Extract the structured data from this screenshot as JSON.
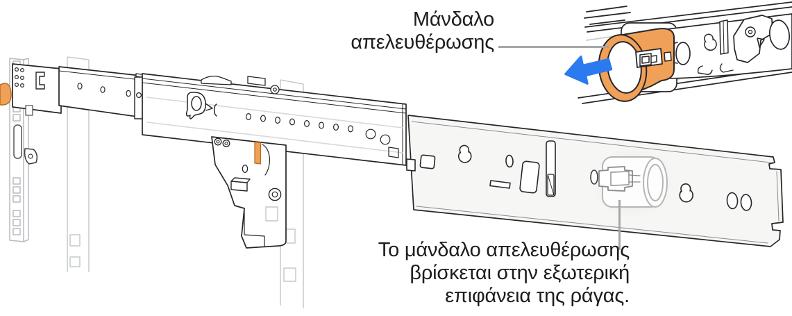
{
  "labels": {
    "release_latch": {
      "lines": [
        "Μάνδαλο",
        "απελευθέρωσης"
      ]
    },
    "caption": {
      "lines": [
        "Το μάνδαλο απελευθέρωσης",
        "βρίσκεται στην εξωτερική",
        "επιφάνεια της ράγας."
      ]
    }
  },
  "icons": {
    "direction_arrow": "left-arrow"
  },
  "colors": {
    "accent_orange": "#F0A057",
    "accent_orange_outline": "#B36A1F",
    "arrow_blue": "#2B7AF0",
    "callout_gray": "#A6A6A6",
    "panel_fill": "#F6F6F4",
    "line_dark": "#26262A",
    "highlight_gray": "#B5B5B5"
  }
}
